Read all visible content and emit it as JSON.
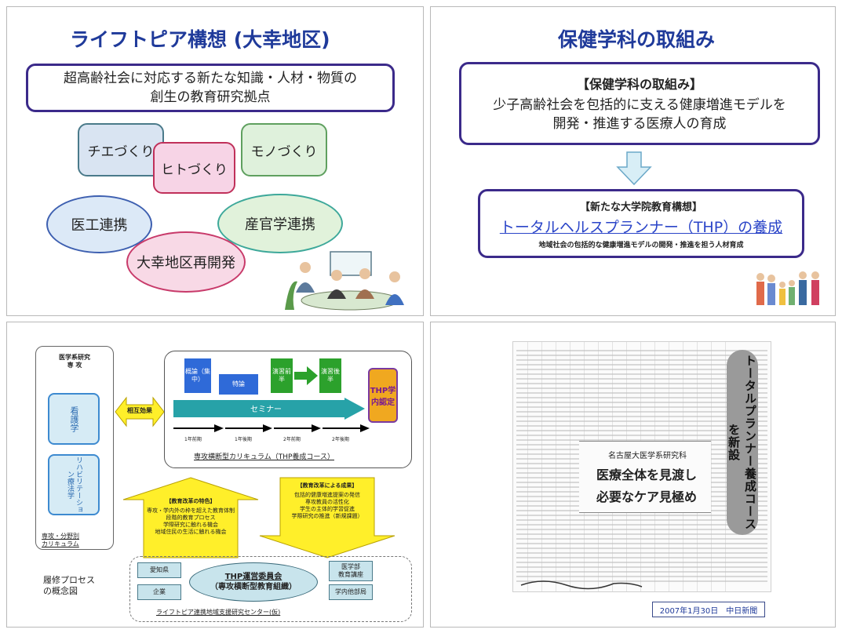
{
  "panel1": {
    "title": "ライフトピア構想 (大幸地区)",
    "subtitle_line1": "超高齢社会に対応する新たな知識・人材・物質の",
    "subtitle_line2": "創生の教育研究拠点",
    "bubbles": {
      "chie": "チエづくり",
      "hito": "ヒトづくり",
      "mono": "モノづくり",
      "ikou": "医工連携",
      "sankan": "産官学連携",
      "daiko": "大幸地区再開発"
    }
  },
  "panel2": {
    "title": "保健学科の取組み",
    "box1_heading": "【保健学科の取組み】",
    "box1_line1": "少子高齢社会を包括的に支える健康増進モデルを",
    "box1_line2": "開発・推進する医療人の育成",
    "box2_heading": "【新たな大学院教育構想】",
    "box2_link": "トータルヘルスプランナー（THP）の養成",
    "box2_note": "地域社会の包括的な健康増進モデルの開発・推進を担う人材育成"
  },
  "panel3": {
    "left_heading_line1": "医学系研究",
    "left_heading_line2": "専 攻",
    "kango": "看護学",
    "rihab": "リハビリテーション療法学",
    "senko_line1": "専攻・分野別",
    "senko_line2": "カリキュラム",
    "sougo": "相互効果",
    "gairon": "概論（集中）",
    "tokuron": "特論",
    "enshu_zen": "演習前半",
    "enshu_go": "演習後半",
    "thp_nintei": "THP学内認定",
    "seminar": "セミナー",
    "years": [
      "1年前期",
      "1年後期",
      "2年前期",
      "2年後期"
    ],
    "curriculum_caption": "専攻横断型カリキュラム（THP養成コース）",
    "left_arrow_title": "【教育改革の特色】",
    "left_arrow_lines": [
      "専攻・学内外の枠を超えた教育体制",
      "段階的教育プロセス",
      "学際研究に触れる機会",
      "地域住民の生活に触れる機会"
    ],
    "right_arrow_title": "【教育改革による成果】",
    "right_arrow_lines": [
      "包括的健康増進提案の発信",
      "専攻教員の活性化",
      "学生の主体的学習促進",
      "学際研究の推進（新規課題）"
    ],
    "committee_line1": "THP運営委員会",
    "committee_line2": "（専攻横断型教育組織）",
    "aichi": "愛知県",
    "kigyo": "企業",
    "igaku_line1": "医学部",
    "igaku_line2": "教育講座",
    "gakunai": "学内他部局",
    "center_label": "ライフトピア連携地域支援研究センター(仮)",
    "process_line1": "履修プロセス",
    "process_line2": "の概念図"
  },
  "panel4": {
    "headline": "トータルプランナー養成コースを新設",
    "sub_credit": "名古屋大医学系研究科",
    "big1": "医療全体を見渡し",
    "big2": "必要なケア見極め",
    "date_label": "2007年1月30日　中日新聞"
  },
  "colors": {
    "title_blue": "#1f3a9a",
    "box_border": "#3b2a8a",
    "chie_fill": "#d9e4f2",
    "hito_fill": "#f7d4e6",
    "mono_fill": "#dff1dc",
    "ikou_fill": "#dce9f7",
    "sankan_fill": "#e1f2db",
    "daiko_fill": "#f8d9e6",
    "green_block": "#2ca12c",
    "blue_block": "#2f6ad8",
    "teal_arrow": "#27a2a8",
    "thp_orange": "#f0a820",
    "arrow_yellow": "#ffef2a"
  }
}
